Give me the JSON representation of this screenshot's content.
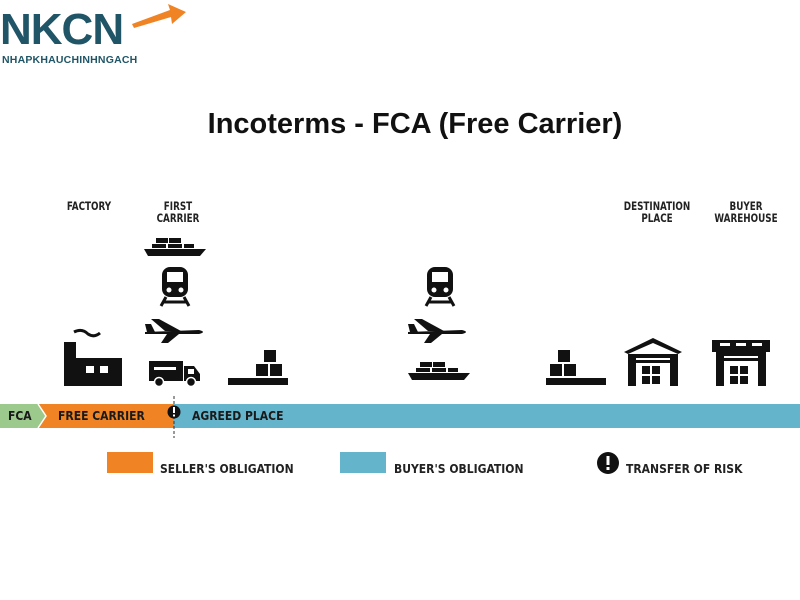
{
  "logo": {
    "mark": "NKCN",
    "subtitle": "NHAPKHAUCHINHNGACH"
  },
  "title": "Incoterms - FCA (Free Carrier)",
  "columns": {
    "factory": "FACTORY",
    "first_carrier": "FIRST\nCARRIER",
    "destination": "DESTINATION\nPLACE",
    "buyer_warehouse": "BUYER\nWAREHOUSE"
  },
  "bar": {
    "term": "FCA",
    "seller_segment": "FREE CARRIER",
    "buyer_segment": "AGREED PLACE"
  },
  "legend": {
    "seller": "SELLER'S OBLIGATION",
    "buyer": "BUYER'S OBLIGATION",
    "risk": "TRANSFER OF RISK"
  },
  "colors": {
    "seller": "#f08424",
    "buyer": "#64b4cc",
    "term": "#9cc98c",
    "logo": "#1f5566",
    "logo_arrow": "#f08424"
  }
}
